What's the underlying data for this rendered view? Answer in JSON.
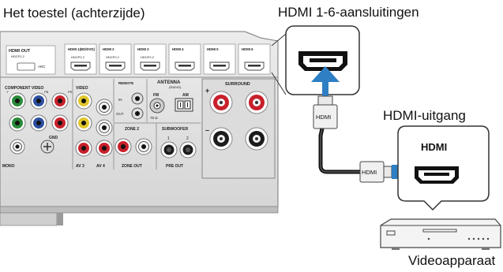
{
  "labels": {
    "receiver_title": "Het toestel (achterzijde)",
    "hdmi_inputs_title": "HDMI 1-6-aansluitingen",
    "hdmi_output_title": "HDMI-uitgang",
    "device_name": "Videoapparaat"
  },
  "panel": {
    "hdmi_out": "HDMI OUT",
    "hdmi_out_sub": "HDCP2.2",
    "arc": "ARC",
    "hdmi_ports": [
      "HDMI 1(BD/DVD)",
      "HDMI 2",
      "HDMI 3",
      "HDMI 4",
      "HDMI 5",
      "HDMI 6"
    ],
    "hdcp_label": "HDCP2.2",
    "component_video": "COMPONENT VIDEO",
    "component_letters": [
      "Y",
      "PB",
      "PR"
    ],
    "video": "VIDEO",
    "remote": "REMOTE",
    "remote_in": "IN",
    "remote_out": "OUT",
    "antenna": "ANTENNA",
    "radio": "(RADIO)",
    "fm": "FM",
    "am": "AM",
    "ohm": "75 Ω",
    "surround": "SURROUND",
    "zone2": "ZONE 2",
    "zone_out": "ZONE OUT",
    "subwoofer": "SUBWOOFER",
    "sub_nums": [
      "1",
      "2"
    ],
    "pre_out": "PRE OUT",
    "av3": "AV 3",
    "av4": "AV 4",
    "mono": "MONO",
    "gnd": "GND"
  },
  "cable": {
    "plug_label": "HDMI"
  },
  "device": {
    "port_label": "HDMI"
  },
  "colors": {
    "arrow": "#2e7fc4",
    "panel_bg": "#e3e3e3",
    "red_jack": "#c8202a",
    "green_jack": "#2a8a3a",
    "blue_jack": "#2d4fa0",
    "yellow_jack": "#e1c62a"
  },
  "icons": [
    "hdmi-port-icon",
    "arrow-up-icon",
    "arrow-right-icon",
    "video-player-icon"
  ]
}
